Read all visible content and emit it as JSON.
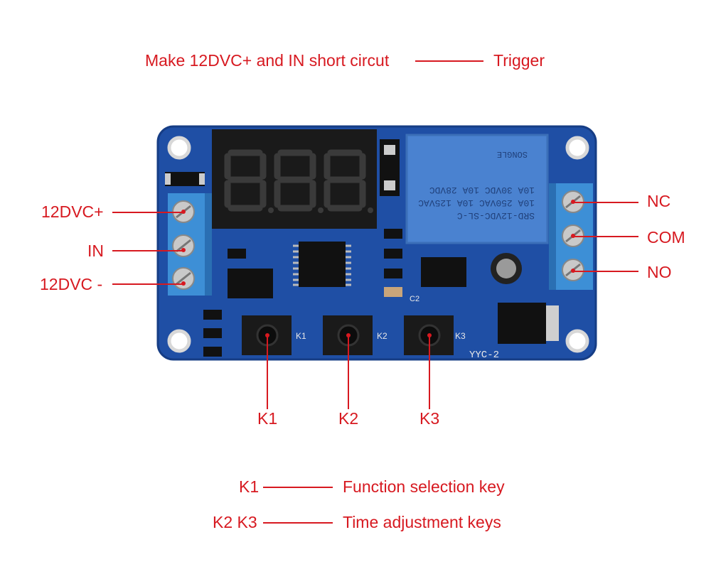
{
  "header": {
    "condition": "Make 12DVC+ and IN short circut",
    "result": "Trigger"
  },
  "left_terminals": [
    "12DVC+",
    "IN",
    "12DVC -"
  ],
  "right_terminals": [
    "NC",
    "COM",
    "NO"
  ],
  "buttons": [
    "K1",
    "K2",
    "K3"
  ],
  "legend": [
    {
      "key": "K1",
      "desc": "Function selection key"
    },
    {
      "key": "K2 K3",
      "desc": "Time adjustment keys"
    }
  ],
  "board": {
    "relay_text": [
      "SRD-12VDC-SL-C",
      "10A 250VAC  10A 125VAC",
      "10A 30VDC  10A 28VDC",
      "SONGLE"
    ],
    "silk_k": [
      "K1",
      "K2",
      "K3"
    ],
    "silk_model": "YYC-2",
    "silk_c2": "C2"
  },
  "colors": {
    "annotation": "#d71920",
    "pcb": "#1f4fa5",
    "terminal": "#3d8fd6",
    "relay": "#4a82d0"
  }
}
